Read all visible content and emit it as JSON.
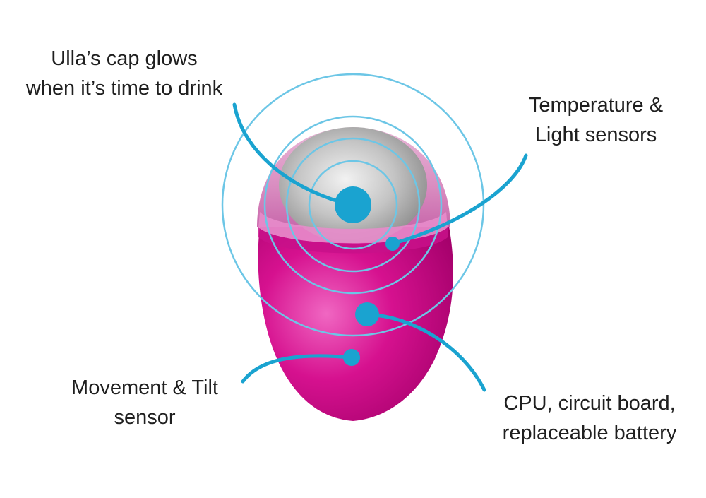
{
  "diagram": {
    "colors": {
      "device_body": "#d6118f",
      "device_highlight": "#f067c2",
      "cap_metal": "#c9c9c9",
      "cap_ring": "#e88ccb",
      "glow_rings": "#6cc6e6",
      "callout": "#1aa3d0",
      "text": "#1f1f1f",
      "background": "#ffffff"
    },
    "callouts": {
      "cap": {
        "line1": "Ulla’s cap glows",
        "line2": "when it’s time to drink"
      },
      "temperature": {
        "line1": "Temperature &",
        "line2": "Light sensors"
      },
      "movement": {
        "line1": "Movement & Tilt",
        "line2": "sensor"
      },
      "cpu": {
        "line1": "CPU, circuit board,",
        "line2": "replaceable battery"
      }
    }
  }
}
